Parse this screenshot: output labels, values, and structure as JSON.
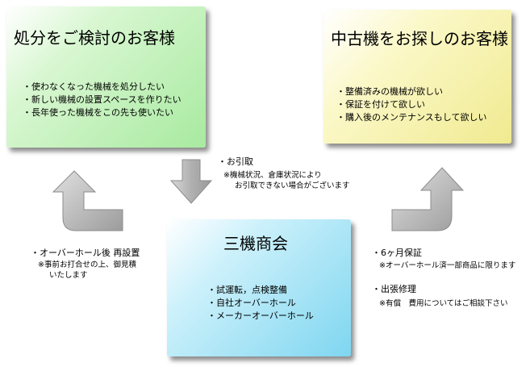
{
  "left_box": {
    "title": "処分をご検討のお客様",
    "items": [
      "使わなくなった機械を処分したい",
      "新しい機械の設置スペースを作りたい",
      "長年使った機械をこの先も使いたい"
    ]
  },
  "right_box": {
    "title": "中古機をお探しのお客様",
    "items": [
      "整備済みの機械が欲しい",
      "保証を付けて欲しい",
      "購入後のメンテナンスもして欲しい"
    ]
  },
  "center_box": {
    "title": "三機商会",
    "items": [
      "試運転，点検整備",
      "自社オーバーホール",
      "メーカーオーバーホール"
    ]
  },
  "pickup": {
    "label": "お引取",
    "note_line1": "※機械状況、倉庫状況により",
    "note_line2": "お引取できない場合がございます"
  },
  "reinstall": {
    "label": "オーバーホール後 再設置",
    "note_line1": "※事前お打合せの上、御見積",
    "note_line2": "いたします"
  },
  "warranty": {
    "label": "6ヶ月保証",
    "note": "※オーバーホール済一部商品に限ります"
  },
  "repair": {
    "label": "出張修理",
    "note": "※有償　費用についてはご相談下さい"
  },
  "colors": {
    "left_box": "#a8eaa0",
    "right_box": "#f0ea90",
    "center_box": "#7fd6f0",
    "arrow": "#b4b4b4"
  }
}
